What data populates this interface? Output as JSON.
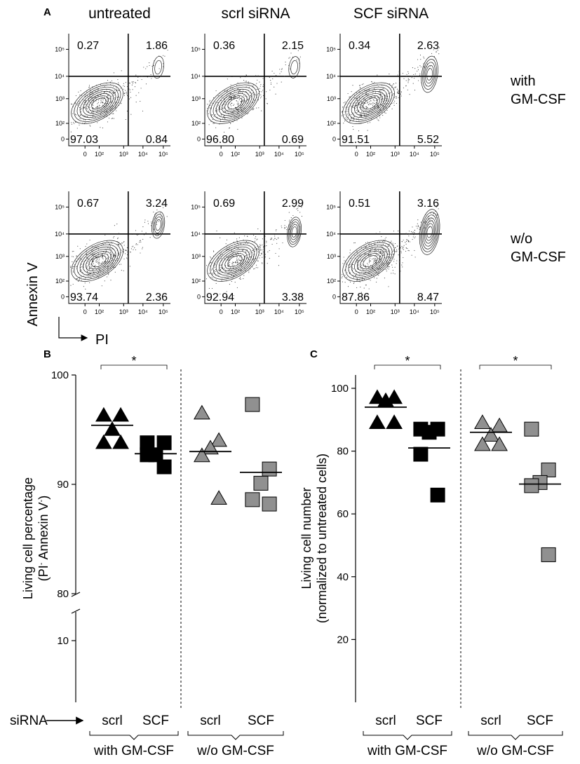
{
  "panel_labels": {
    "a": "A",
    "b": "B",
    "c": "C"
  },
  "flow": {
    "columns": [
      "untreated",
      "scrl siRNA",
      "SCF siRNA"
    ],
    "rows": [
      {
        "label_lines": [
          "with",
          "GM-CSF"
        ]
      },
      {
        "label_lines": [
          "w/o",
          "GM-CSF"
        ]
      }
    ],
    "y_axis_label": "Annexin V",
    "x_axis_label": "PI",
    "x_ticks": [
      "0",
      "10²",
      "10³",
      "10⁴",
      "10⁵"
    ],
    "y_ticks": [
      "10⁵",
      "10⁴",
      "10³",
      "10²",
      "0"
    ]
  },
  "chart_data": [
    {
      "type": "contour",
      "panel": "A",
      "description_axes": {
        "x": "PI",
        "y": "Annexin V"
      },
      "plots": [
        {
          "row": "with GM-CSF",
          "column": "untreated",
          "quadrants": {
            "upper_left": "0.27",
            "upper_right": "1.86",
            "lower_left": "97.03",
            "lower_right": "0.84"
          }
        },
        {
          "row": "with GM-CSF",
          "column": "scrl siRNA",
          "quadrants": {
            "upper_left": "0.36",
            "upper_right": "2.15",
            "lower_left": "96.80",
            "lower_right": "0.69"
          }
        },
        {
          "row": "with GM-CSF",
          "column": "SCF siRNA",
          "quadrants": {
            "upper_left": "0.34",
            "upper_right": "2.63",
            "lower_left": "91.51",
            "lower_right": "5.52"
          }
        },
        {
          "row": "w/o GM-CSF",
          "column": "untreated",
          "quadrants": {
            "upper_left": "0.67",
            "upper_right": "3.24",
            "lower_left": "93.74",
            "lower_right": "2.36"
          }
        },
        {
          "row": "w/o GM-CSF",
          "column": "scrl siRNA",
          "quadrants": {
            "upper_left": "0.69",
            "upper_right": "2.99",
            "lower_left": "92.94",
            "lower_right": "3.38"
          }
        },
        {
          "row": "w/o GM-CSF",
          "column": "SCF siRNA",
          "quadrants": {
            "upper_left": "0.51",
            "upper_right": "3.16",
            "lower_left": "87.86",
            "lower_right": "8.47"
          }
        }
      ]
    },
    {
      "type": "scatter",
      "panel": "B",
      "ylabel_lines": [
        "Living cell percentage",
        "(PI",
        "-",
        " Annexin V",
        "-",
        ")"
      ],
      "y_ticks": [
        "100",
        "90",
        "80",
        "10"
      ],
      "ylim_upper": [
        80,
        100
      ],
      "ylim_lower": [
        0,
        15
      ],
      "x_prefix": "siRNA",
      "categories": [
        "scrl",
        "SCF",
        "scrl",
        "SCF"
      ],
      "groups": [
        "with GM-CSF",
        "w/o GM-CSF"
      ],
      "significance": "*",
      "series": [
        {
          "category": "scrl",
          "group": "with GM-CSF",
          "marker": "triangle",
          "color": "#000000",
          "mean": 95.4,
          "values": [
            96.3,
            96.3,
            95.0,
            93.8,
            93.8
          ]
        },
        {
          "category": "SCF",
          "group": "with GM-CSF",
          "marker": "square",
          "color": "#000000",
          "mean": 92.8,
          "values": [
            93.8,
            93.8,
            92.7,
            92.7,
            91.6
          ]
        },
        {
          "category": "scrl",
          "group": "w/o GM-CSF",
          "marker": "triangle",
          "color": "#909090",
          "mean": 93.0,
          "values": [
            96.5,
            94.0,
            93.3,
            92.6,
            88.7
          ]
        },
        {
          "category": "SCF",
          "group": "w/o GM-CSF",
          "marker": "square",
          "color": "#909090",
          "mean": 91.1,
          "values": [
            97.3,
            91.4,
            90.1,
            88.6,
            88.2
          ]
        }
      ]
    },
    {
      "type": "scatter",
      "panel": "C",
      "ylabel_lines": [
        "Living cell number",
        "(normalized to untreated cells)"
      ],
      "y_ticks": [
        "100",
        "80",
        "60",
        "40",
        "20"
      ],
      "ylim": [
        0,
        100
      ],
      "categories": [
        "scrl",
        "SCF",
        "scrl",
        "SCF"
      ],
      "groups": [
        "with GM-CSF",
        "w/o GM-CSF"
      ],
      "significance": "*",
      "series": [
        {
          "category": "scrl",
          "group": "with GM-CSF",
          "marker": "triangle",
          "color": "#000000",
          "mean": 94,
          "values": [
            97,
            97,
            96,
            89,
            89
          ]
        },
        {
          "category": "SCF",
          "group": "with GM-CSF",
          "marker": "square",
          "color": "#000000",
          "mean": 81,
          "values": [
            87,
            87,
            86,
            79,
            66
          ]
        },
        {
          "category": "scrl",
          "group": "w/o GM-CSF",
          "marker": "triangle",
          "color": "#909090",
          "mean": 86,
          "values": [
            89,
            88,
            85,
            82,
            82
          ]
        },
        {
          "category": "SCF",
          "group": "w/o GM-CSF",
          "marker": "square",
          "color": "#909090",
          "mean": 69.5,
          "values": [
            87,
            74,
            70,
            69,
            47
          ]
        }
      ]
    }
  ]
}
